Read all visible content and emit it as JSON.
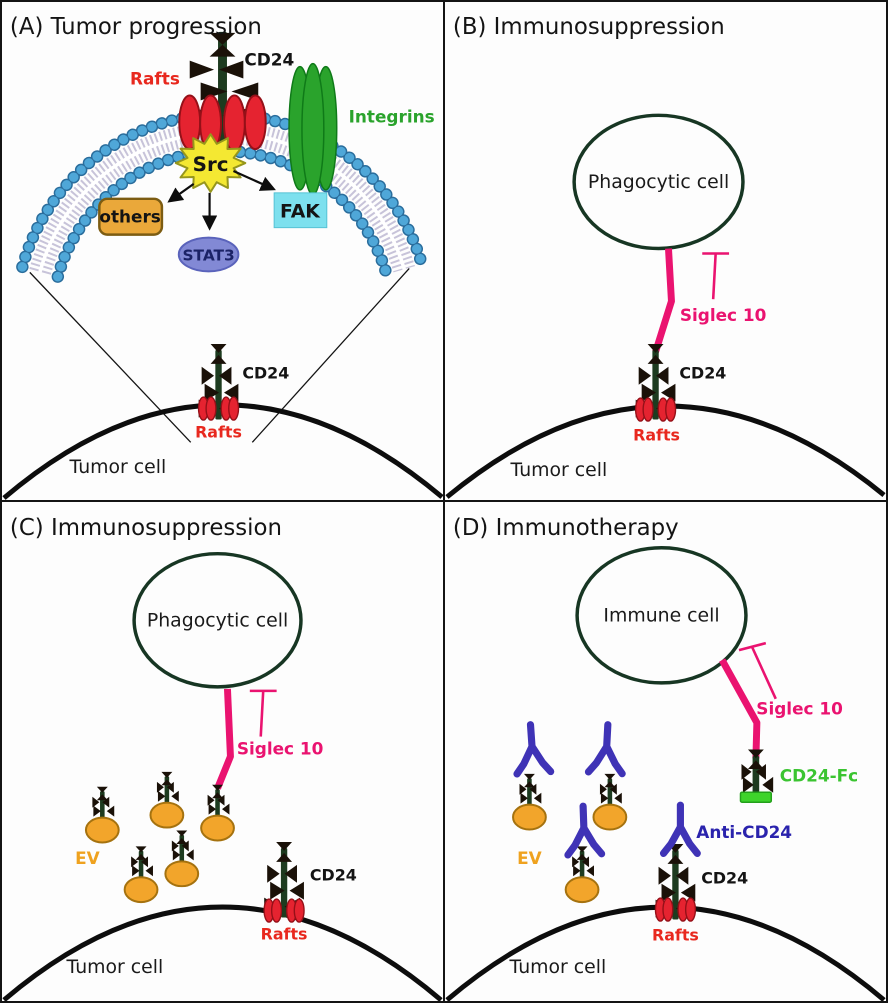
{
  "figure": {
    "type": "scientific-diagram",
    "topic": "CD24 signaling, immunosuppression and immunotherapy in tumor cells"
  },
  "colors": {
    "raft_red": "#e52330",
    "cd24_stem_green": "#1d3b1f",
    "glycan_black": "#1a1108",
    "siglec_pink": "#ea1370",
    "ev_orange": "#f2a52b",
    "antibody_blue": "#3f33b6",
    "integrin_green": "#2aa32c",
    "fc_green": "#3ed32b",
    "membrane_blue": "#4fa7d8",
    "fak_cyan": "#7de0ee",
    "others_orange": "#eaa83a",
    "stat3_purple": "#8289d5",
    "src_yellow": "#f4e832"
  },
  "panel_a": {
    "title": "(A) Tumor progression",
    "cd24_top": "CD24",
    "rafts_top": "Rafts",
    "integrins": "Integrins",
    "src": "Src",
    "others": "others",
    "fak": "FAK",
    "stat3": "STAT3",
    "cd24_bottom": "CD24",
    "rafts_bottom": "Rafts",
    "tumor_cell": "Tumor cell"
  },
  "panel_b": {
    "title": "(B) Immunosuppression",
    "cell": "Phagocytic cell",
    "siglec": "Siglec 10",
    "cd24": "CD24",
    "rafts": "Rafts",
    "tumor_cell": "Tumor cell"
  },
  "panel_c": {
    "title": "(C) Immunosuppression",
    "cell": "Phagocytic cell",
    "siglec": "Siglec 10",
    "ev": "EV",
    "cd24": "CD24",
    "rafts": "Rafts",
    "tumor_cell": "Tumor cell"
  },
  "panel_d": {
    "title": "(D) Immunotherapy",
    "cell": "Immune cell",
    "siglec": "Siglec 10",
    "ev": "EV",
    "anti_cd24": "Anti-CD24",
    "cd24_fc": "CD24-Fc",
    "cd24": "CD24",
    "rafts": "Rafts",
    "tumor_cell": "Tumor cell"
  }
}
